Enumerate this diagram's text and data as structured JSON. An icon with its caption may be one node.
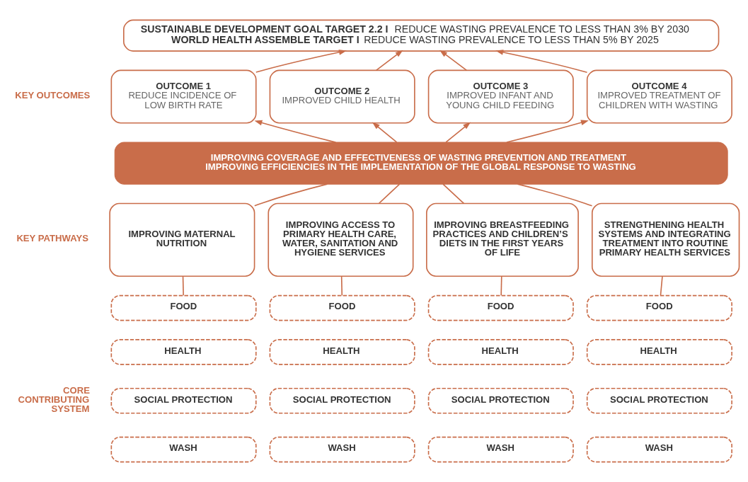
{
  "diagram": {
    "nodes": [
      {
        "text": [
          "**SUSTAINABLE DEVELOPMENT GOAL TARGET 2.2 I** REDUCE WASTING PREVALENCE TO LESS THAN 3% BY 2030",
          "**WORLD HEALTH ASSEMBLE TARGET I** REDUCE WASTING PREVALENCE TO LESS THAN 5% BY 2025"
        ]
      },
      {
        "text": [
          "OUTCOME 1",
          "REDUCE INCIDENCE OF LOW BIRTH RATE"
        ]
      },
      {
        "text": [
          "OUTCOME 2",
          "IMPROVED CHILD HEALTH"
        ]
      },
      {
        "text": [
          "OUTCOME 3",
          "IMPROVED INFANT AND YOUNG CHILD FEEDING"
        ]
      },
      {
        "text": [
          "OUTCOME 4",
          "IMPROVED TREATMENT OF CHILDREN WITH WASTING"
        ]
      },
      {
        "text": [
          "IMPROVING COVERAGE AND EFFECTIVENESS OF WASTING PREVENTION AND TREATMENT",
          "IMPROVING EFFICIENCIES IN THE IMPLEMENTATION OF THE GLOBAL RESPONSE TO WASTING"
        ]
      },
      {
        "text": [
          "IMPROVING MATERNAL NUTRITION"
        ]
      },
      {
        "text": [
          "IMPROVING ACCESS TO PRIMARY HEALTH CARE, WATER, SANITATION AND HYGIENE SERVICES"
        ]
      },
      {
        "text": [
          "IMPROVING BREASTFEEDING PRACTICES AND CHILDREN’S DIETS IN THE FIRST YEARS OF LIFE"
        ]
      },
      {
        "text": [
          "STRENGTHENING HEALTH SYSTEMS AND INTEGRATING TREATMENT INTO ROUTINE PRIMARY HEALTH SERVICES"
        ]
      },
      {
        "text": [
          "FOOD"
        ]
      },
      {
        "text": [
          "FOOD"
        ]
      },
      {
        "text": [
          "FOOD"
        ]
      },
      {
        "text": [
          "FOOD"
        ]
      },
      {
        "text": [
          "HEALTH"
        ]
      },
      {
        "text": [
          "HEALTH"
        ]
      },
      {
        "text": [
          "HEALTH"
        ]
      },
      {
        "text": [
          "HEALTH"
        ]
      },
      {
        "text": [
          "SOCIAL PROTECTION"
        ]
      },
      {
        "text": [
          "SOCIAL PROTECTION"
        ]
      },
      {
        "text": [
          "SOCIAL PROTECTION"
        ]
      },
      {
        "text": [
          "SOCIAL PROTECTION"
        ]
      },
      {
        "text": [
          "WASH"
        ]
      },
      {
        "text": [
          "WASH"
        ]
      },
      {
        "text": [
          "WASH"
        ]
      },
      {
        "text": [
          "WASH"
        ]
      }
    ],
    "edges": [
      {
        "from": 1,
        "to": 0,
        "arrow": "to"
      },
      {
        "from": 2,
        "to": 0,
        "arrow": "to"
      },
      {
        "from": 3,
        "to": 0,
        "arrow": "to"
      },
      {
        "from": 4,
        "to": 0,
        "arrow": "to"
      },
      {
        "from": 5,
        "to": 1,
        "arrow": "to"
      },
      {
        "from": 5,
        "to": 2,
        "arrow": "to"
      },
      {
        "from": 5,
        "to": 3,
        "arrow": "to"
      },
      {
        "from": 5,
        "to": 4,
        "arrow": "to"
      },
      {
        "from": 6,
        "to": 5,
        "arrow": "none"
      },
      {
        "from": 7,
        "to": 5,
        "arrow": "none"
      },
      {
        "from": 8,
        "to": 5,
        "arrow": "none"
      },
      {
        "from": 9,
        "to": 5,
        "arrow": "none"
      },
      {
        "from": 10,
        "to": 6,
        "arrow": "none"
      },
      {
        "from": 11,
        "to": 7,
        "arrow": "none"
      },
      {
        "from": 12,
        "to": 8,
        "arrow": "none"
      },
      {
        "from": 13,
        "to": 9,
        "arrow": "none"
      }
    ],
    "labels": [
      "KEY OUTCOMES",
      "KEY PATHWAYS",
      "CORE CONTRIBUTING SYSTEM"
    ]
  }
}
